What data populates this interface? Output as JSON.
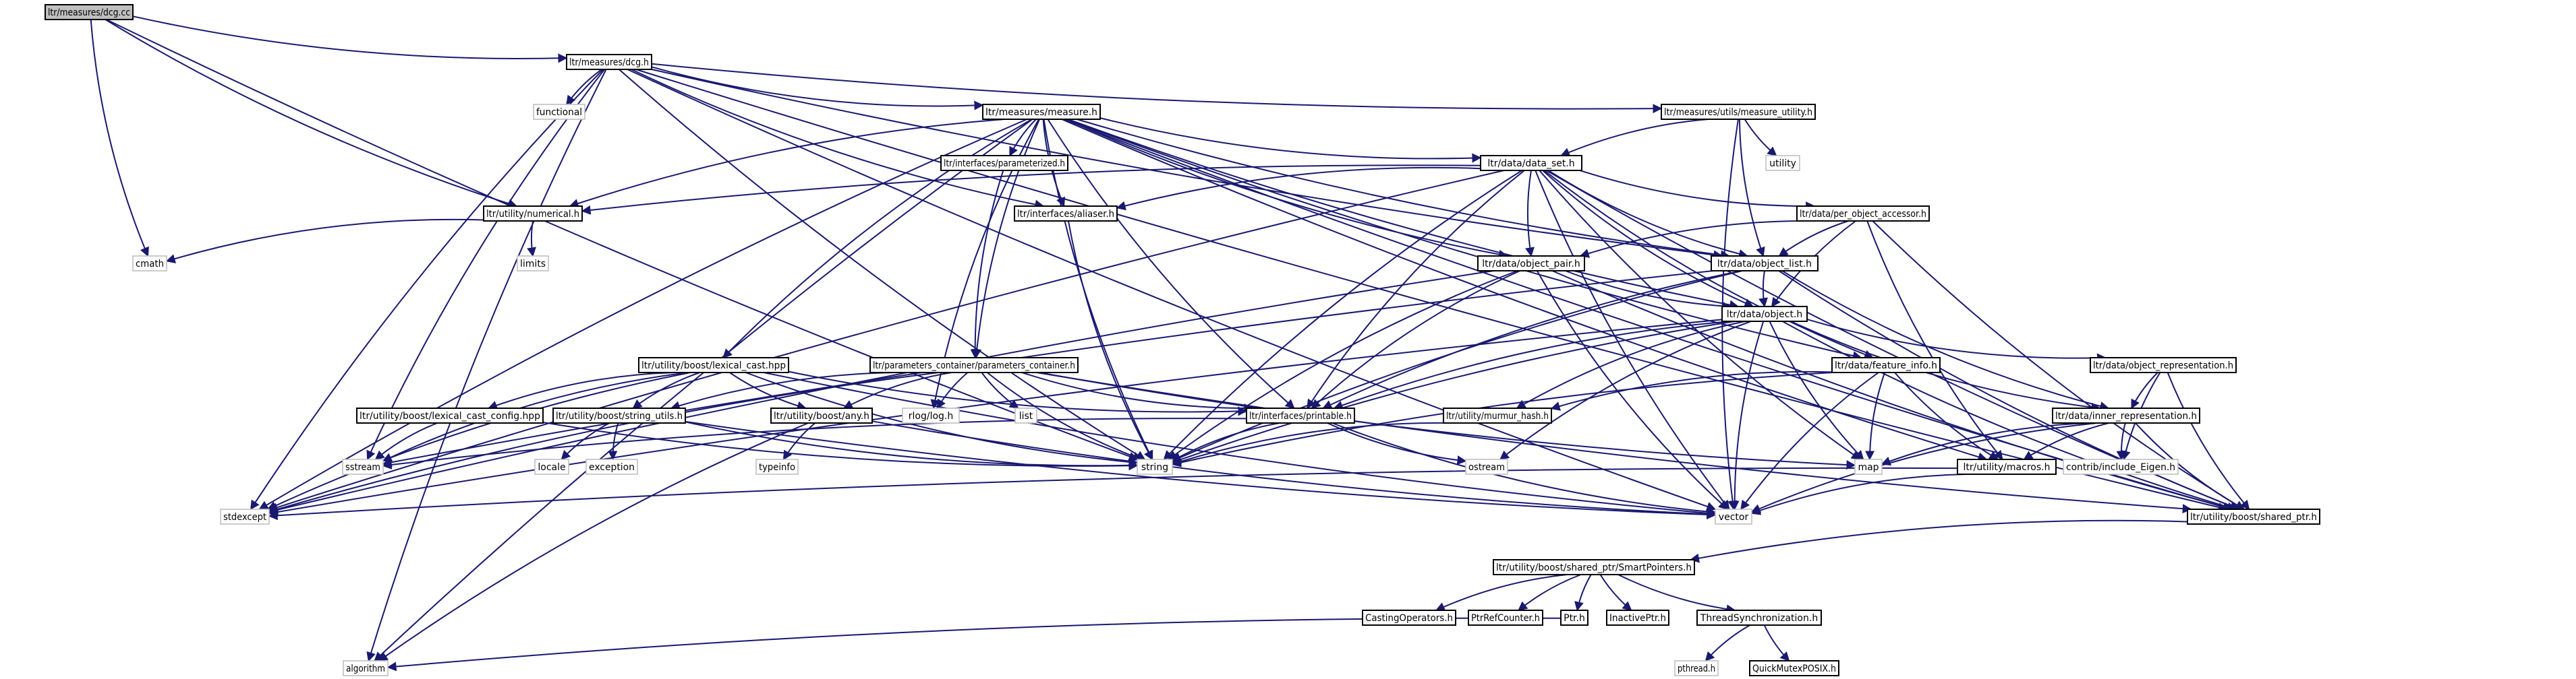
{
  "colors": {
    "edge": "#191970",
    "root_fill": "#bfbfbf",
    "node_border": "#000000",
    "system_border": "#bfbfbf"
  },
  "nodes": [
    {
      "id": "dcg_cc",
      "label": "ltr/measures/dcg.cc",
      "kind": "root"
    },
    {
      "id": "dcg_h",
      "label": "ltr/measures/dcg.h",
      "kind": "project"
    },
    {
      "id": "functional",
      "label": "functional",
      "kind": "system"
    },
    {
      "id": "measure_h",
      "label": "ltr/measures/measure.h",
      "kind": "project"
    },
    {
      "id": "measure_utility_h",
      "label": "ltr/measures/utils/measure_utility.h",
      "kind": "project"
    },
    {
      "id": "utility",
      "label": "utility",
      "kind": "system"
    },
    {
      "id": "parameterized_h",
      "label": "ltr/interfaces/parameterized.h",
      "kind": "project"
    },
    {
      "id": "data_set_h",
      "label": "ltr/data/data_set.h",
      "kind": "project"
    },
    {
      "id": "numerical_h",
      "label": "ltr/utility/numerical.h",
      "kind": "project"
    },
    {
      "id": "aliaser_h",
      "label": "ltr/interfaces/aliaser.h",
      "kind": "project"
    },
    {
      "id": "per_object_accessor_h",
      "label": "ltr/data/per_object_accessor.h",
      "kind": "project"
    },
    {
      "id": "cmath",
      "label": "cmath",
      "kind": "system"
    },
    {
      "id": "limits",
      "label": "limits",
      "kind": "system"
    },
    {
      "id": "object_list_h",
      "label": "ltr/data/object_list.h",
      "kind": "project"
    },
    {
      "id": "object_pair_h",
      "label": "ltr/data/object_pair.h",
      "kind": "project"
    },
    {
      "id": "object_h",
      "label": "ltr/data/object.h",
      "kind": "project"
    },
    {
      "id": "lexical_cast_hpp",
      "label": "ltr/utility/boost/lexical_cast.hpp",
      "kind": "project"
    },
    {
      "id": "parameters_container_h",
      "label": "ltr/parameters_container/parameters_container.h",
      "kind": "project"
    },
    {
      "id": "feature_info_h",
      "label": "ltr/data/feature_info.h",
      "kind": "project"
    },
    {
      "id": "object_representation_h",
      "label": "ltr/data/object_representation.h",
      "kind": "project"
    },
    {
      "id": "lexical_cast_config_hpp",
      "label": "ltr/utility/boost/lexical_cast_config.hpp",
      "kind": "project"
    },
    {
      "id": "string_utils_h",
      "label": "ltr/utility/boost/string_utils.h",
      "kind": "project"
    },
    {
      "id": "any_h",
      "label": "ltr/utility/boost/any.h",
      "kind": "project"
    },
    {
      "id": "log_h",
      "label": "rlog/log.h",
      "kind": "system"
    },
    {
      "id": "list",
      "label": "list",
      "kind": "system"
    },
    {
      "id": "printable_h",
      "label": "ltr/interfaces/printable.h",
      "kind": "project"
    },
    {
      "id": "murmur_hash_h",
      "label": "ltr/utility/murmur_hash.h",
      "kind": "project"
    },
    {
      "id": "inner_representation_h",
      "label": "ltr/data/inner_representation.h",
      "kind": "project"
    },
    {
      "id": "sstream",
      "label": "sstream",
      "kind": "system"
    },
    {
      "id": "locale",
      "label": "locale",
      "kind": "system"
    },
    {
      "id": "exception",
      "label": "exception",
      "kind": "system"
    },
    {
      "id": "typeinfo",
      "label": "typeinfo",
      "kind": "system"
    },
    {
      "id": "string",
      "label": "string",
      "kind": "system"
    },
    {
      "id": "ostream",
      "label": "ostream",
      "kind": "system"
    },
    {
      "id": "map",
      "label": "map",
      "kind": "system"
    },
    {
      "id": "macros_h",
      "label": "ltr/utility/macros.h",
      "kind": "project"
    },
    {
      "id": "include_eigen_h",
      "label": "contrib/include_Eigen.h",
      "kind": "system"
    },
    {
      "id": "stdexcept",
      "label": "stdexcept",
      "kind": "system"
    },
    {
      "id": "vector",
      "label": "vector",
      "kind": "system"
    },
    {
      "id": "shared_ptr_h",
      "label": "ltr/utility/boost/shared_ptr.h",
      "kind": "project"
    },
    {
      "id": "smartpointers_h",
      "label": "ltr/utility/boost/shared_ptr/SmartPointers.h",
      "kind": "project"
    },
    {
      "id": "castingoperators_h",
      "label": "CastingOperators.h",
      "kind": "project"
    },
    {
      "id": "ptrrefcounter_h",
      "label": "PtrRefCounter.h",
      "kind": "project"
    },
    {
      "id": "ptr_h",
      "label": "Ptr.h",
      "kind": "project"
    },
    {
      "id": "inactiveptr_h",
      "label": "InactivePtr.h",
      "kind": "project"
    },
    {
      "id": "threadsync_h",
      "label": "ThreadSynchronization.h",
      "kind": "project"
    },
    {
      "id": "algorithm",
      "label": "algorithm",
      "kind": "system"
    },
    {
      "id": "pthread_h",
      "label": "pthread.h",
      "kind": "system"
    },
    {
      "id": "quickmutex_h",
      "label": "QuickMutexPOSIX.h",
      "kind": "project"
    }
  ],
  "edges": [
    [
      "dcg_cc",
      "dcg_h"
    ],
    [
      "dcg_cc",
      "numerical_h"
    ],
    [
      "dcg_cc",
      "cmath"
    ],
    [
      "dcg_cc",
      "string"
    ],
    [
      "dcg_h",
      "functional"
    ],
    [
      "dcg_h",
      "measure_h"
    ],
    [
      "dcg_h",
      "measure_utility_h"
    ],
    [
      "dcg_h",
      "aliaser_h"
    ],
    [
      "dcg_h",
      "object_list_h"
    ],
    [
      "dcg_h",
      "vector"
    ],
    [
      "dcg_h",
      "algorithm"
    ],
    [
      "dcg_h",
      "string"
    ],
    [
      "dcg_h",
      "sstream"
    ],
    [
      "dcg_h",
      "stdexcept"
    ],
    [
      "dcg_h",
      "shared_ptr_h"
    ],
    [
      "measure_h",
      "parameterized_h"
    ],
    [
      "measure_h",
      "data_set_h"
    ],
    [
      "measure_h",
      "numerical_h"
    ],
    [
      "measure_h",
      "aliaser_h"
    ],
    [
      "measure_h",
      "object_list_h"
    ],
    [
      "measure_h",
      "object_pair_h"
    ],
    [
      "measure_h",
      "object_h"
    ],
    [
      "measure_h",
      "lexical_cast_hpp"
    ],
    [
      "measure_h",
      "parameters_container_h"
    ],
    [
      "measure_h",
      "printable_h"
    ],
    [
      "measure_h",
      "log_h"
    ],
    [
      "measure_h",
      "string"
    ],
    [
      "measure_h",
      "stdexcept"
    ],
    [
      "measure_h",
      "algorithm"
    ],
    [
      "measure_h",
      "shared_ptr_h"
    ],
    [
      "measure_h",
      "feature_info_h"
    ],
    [
      "measure_h",
      "macros_h"
    ],
    [
      "measure_utility_h",
      "utility"
    ],
    [
      "measure_utility_h",
      "data_set_h"
    ],
    [
      "measure_utility_h",
      "object_list_h"
    ],
    [
      "measure_utility_h",
      "vector"
    ],
    [
      "parameterized_h",
      "parameters_container_h"
    ],
    [
      "data_set_h",
      "numerical_h"
    ],
    [
      "data_set_h",
      "aliaser_h"
    ],
    [
      "data_set_h",
      "per_object_accessor_h"
    ],
    [
      "data_set_h",
      "object_list_h"
    ],
    [
      "data_set_h",
      "object_pair_h"
    ],
    [
      "data_set_h",
      "object_h"
    ],
    [
      "data_set_h",
      "feature_info_h"
    ],
    [
      "data_set_h",
      "printable_h"
    ],
    [
      "data_set_h",
      "string"
    ],
    [
      "data_set_h",
      "vector"
    ],
    [
      "data_set_h",
      "stdexcept"
    ],
    [
      "data_set_h",
      "shared_ptr_h"
    ],
    [
      "data_set_h",
      "map"
    ],
    [
      "numerical_h",
      "cmath"
    ],
    [
      "numerical_h",
      "limits"
    ],
    [
      "aliaser_h",
      "string"
    ],
    [
      "per_object_accessor_h",
      "object_list_h"
    ],
    [
      "per_object_accessor_h",
      "object_pair_h"
    ],
    [
      "per_object_accessor_h",
      "object_h"
    ],
    [
      "per_object_accessor_h",
      "macros_h"
    ],
    [
      "per_object_accessor_h",
      "shared_ptr_h"
    ],
    [
      "object_list_h",
      "object_h"
    ],
    [
      "object_list_h",
      "printable_h"
    ],
    [
      "object_list_h",
      "inner_representation_h"
    ],
    [
      "object_list_h",
      "string"
    ],
    [
      "object_list_h",
      "shared_ptr_h"
    ],
    [
      "object_list_h",
      "sstream"
    ],
    [
      "object_pair_h",
      "object_h"
    ],
    [
      "object_pair_h",
      "printable_h"
    ],
    [
      "object_pair_h",
      "string"
    ],
    [
      "object_pair_h",
      "vector"
    ],
    [
      "object_pair_h",
      "shared_ptr_h"
    ],
    [
      "object_pair_h",
      "stdexcept"
    ],
    [
      "object_h",
      "object_representation_h"
    ],
    [
      "object_h",
      "inner_representation_h"
    ],
    [
      "object_h",
      "printable_h"
    ],
    [
      "object_h",
      "murmur_hash_h"
    ],
    [
      "object_h",
      "string"
    ],
    [
      "object_h",
      "vector"
    ],
    [
      "object_h",
      "map"
    ],
    [
      "object_h",
      "ostream"
    ],
    [
      "object_h",
      "stdexcept"
    ],
    [
      "object_h",
      "shared_ptr_h"
    ],
    [
      "lexical_cast_hpp",
      "lexical_cast_config_hpp"
    ],
    [
      "lexical_cast_hpp",
      "string_utils_h"
    ],
    [
      "lexical_cast_hpp",
      "any_h"
    ],
    [
      "lexical_cast_hpp",
      "printable_h"
    ],
    [
      "lexical_cast_hpp",
      "sstream"
    ],
    [
      "lexical_cast_hpp",
      "string"
    ],
    [
      "lexical_cast_hpp",
      "stdexcept"
    ],
    [
      "lexical_cast_hpp",
      "vector"
    ],
    [
      "parameters_container_h",
      "string_utils_h"
    ],
    [
      "parameters_container_h",
      "any_h"
    ],
    [
      "parameters_container_h",
      "log_h"
    ],
    [
      "parameters_container_h",
      "list"
    ],
    [
      "parameters_container_h",
      "printable_h"
    ],
    [
      "parameters_container_h",
      "string"
    ],
    [
      "parameters_container_h",
      "map"
    ],
    [
      "parameters_container_h",
      "stdexcept"
    ],
    [
      "parameters_container_h",
      "shared_ptr_h"
    ],
    [
      "feature_info_h",
      "murmur_hash_h"
    ],
    [
      "feature_info_h",
      "macros_h"
    ],
    [
      "feature_info_h",
      "map"
    ],
    [
      "feature_info_h",
      "vector"
    ],
    [
      "feature_info_h",
      "string"
    ],
    [
      "object_representation_h",
      "inner_representation_h"
    ],
    [
      "object_representation_h",
      "shared_ptr_h"
    ],
    [
      "object_representation_h",
      "include_eigen_h"
    ],
    [
      "lexical_cast_config_hpp",
      "sstream"
    ],
    [
      "lexical_cast_config_hpp",
      "string"
    ],
    [
      "string_utils_h",
      "locale"
    ],
    [
      "string_utils_h",
      "exception"
    ],
    [
      "string_utils_h",
      "string"
    ],
    [
      "string_utils_h",
      "vector"
    ],
    [
      "any_h",
      "typeinfo"
    ],
    [
      "any_h",
      "algorithm"
    ],
    [
      "any_h",
      "vector"
    ],
    [
      "printable_h",
      "string"
    ],
    [
      "printable_h",
      "sstream"
    ],
    [
      "printable_h",
      "ostream"
    ],
    [
      "printable_h",
      "vector"
    ],
    [
      "murmur_hash_h",
      "string"
    ],
    [
      "inner_representation_h",
      "macros_h"
    ],
    [
      "inner_representation_h",
      "include_eigen_h"
    ],
    [
      "inner_representation_h",
      "map"
    ],
    [
      "inner_representation_h",
      "vector"
    ],
    [
      "inner_representation_h",
      "shared_ptr_h"
    ],
    [
      "macros_h",
      "stdexcept"
    ],
    [
      "macros_h",
      "vector"
    ],
    [
      "shared_ptr_h",
      "smartpointers_h"
    ],
    [
      "smartpointers_h",
      "castingoperators_h"
    ],
    [
      "smartpointers_h",
      "ptrrefcounter_h"
    ],
    [
      "smartpointers_h",
      "ptr_h"
    ],
    [
      "smartpointers_h",
      "inactiveptr_h"
    ],
    [
      "smartpointers_h",
      "threadsync_h"
    ],
    [
      "ptr_h",
      "algorithm"
    ],
    [
      "threadsync_h",
      "pthread_h"
    ],
    [
      "threadsync_h",
      "quickmutex_h"
    ]
  ]
}
